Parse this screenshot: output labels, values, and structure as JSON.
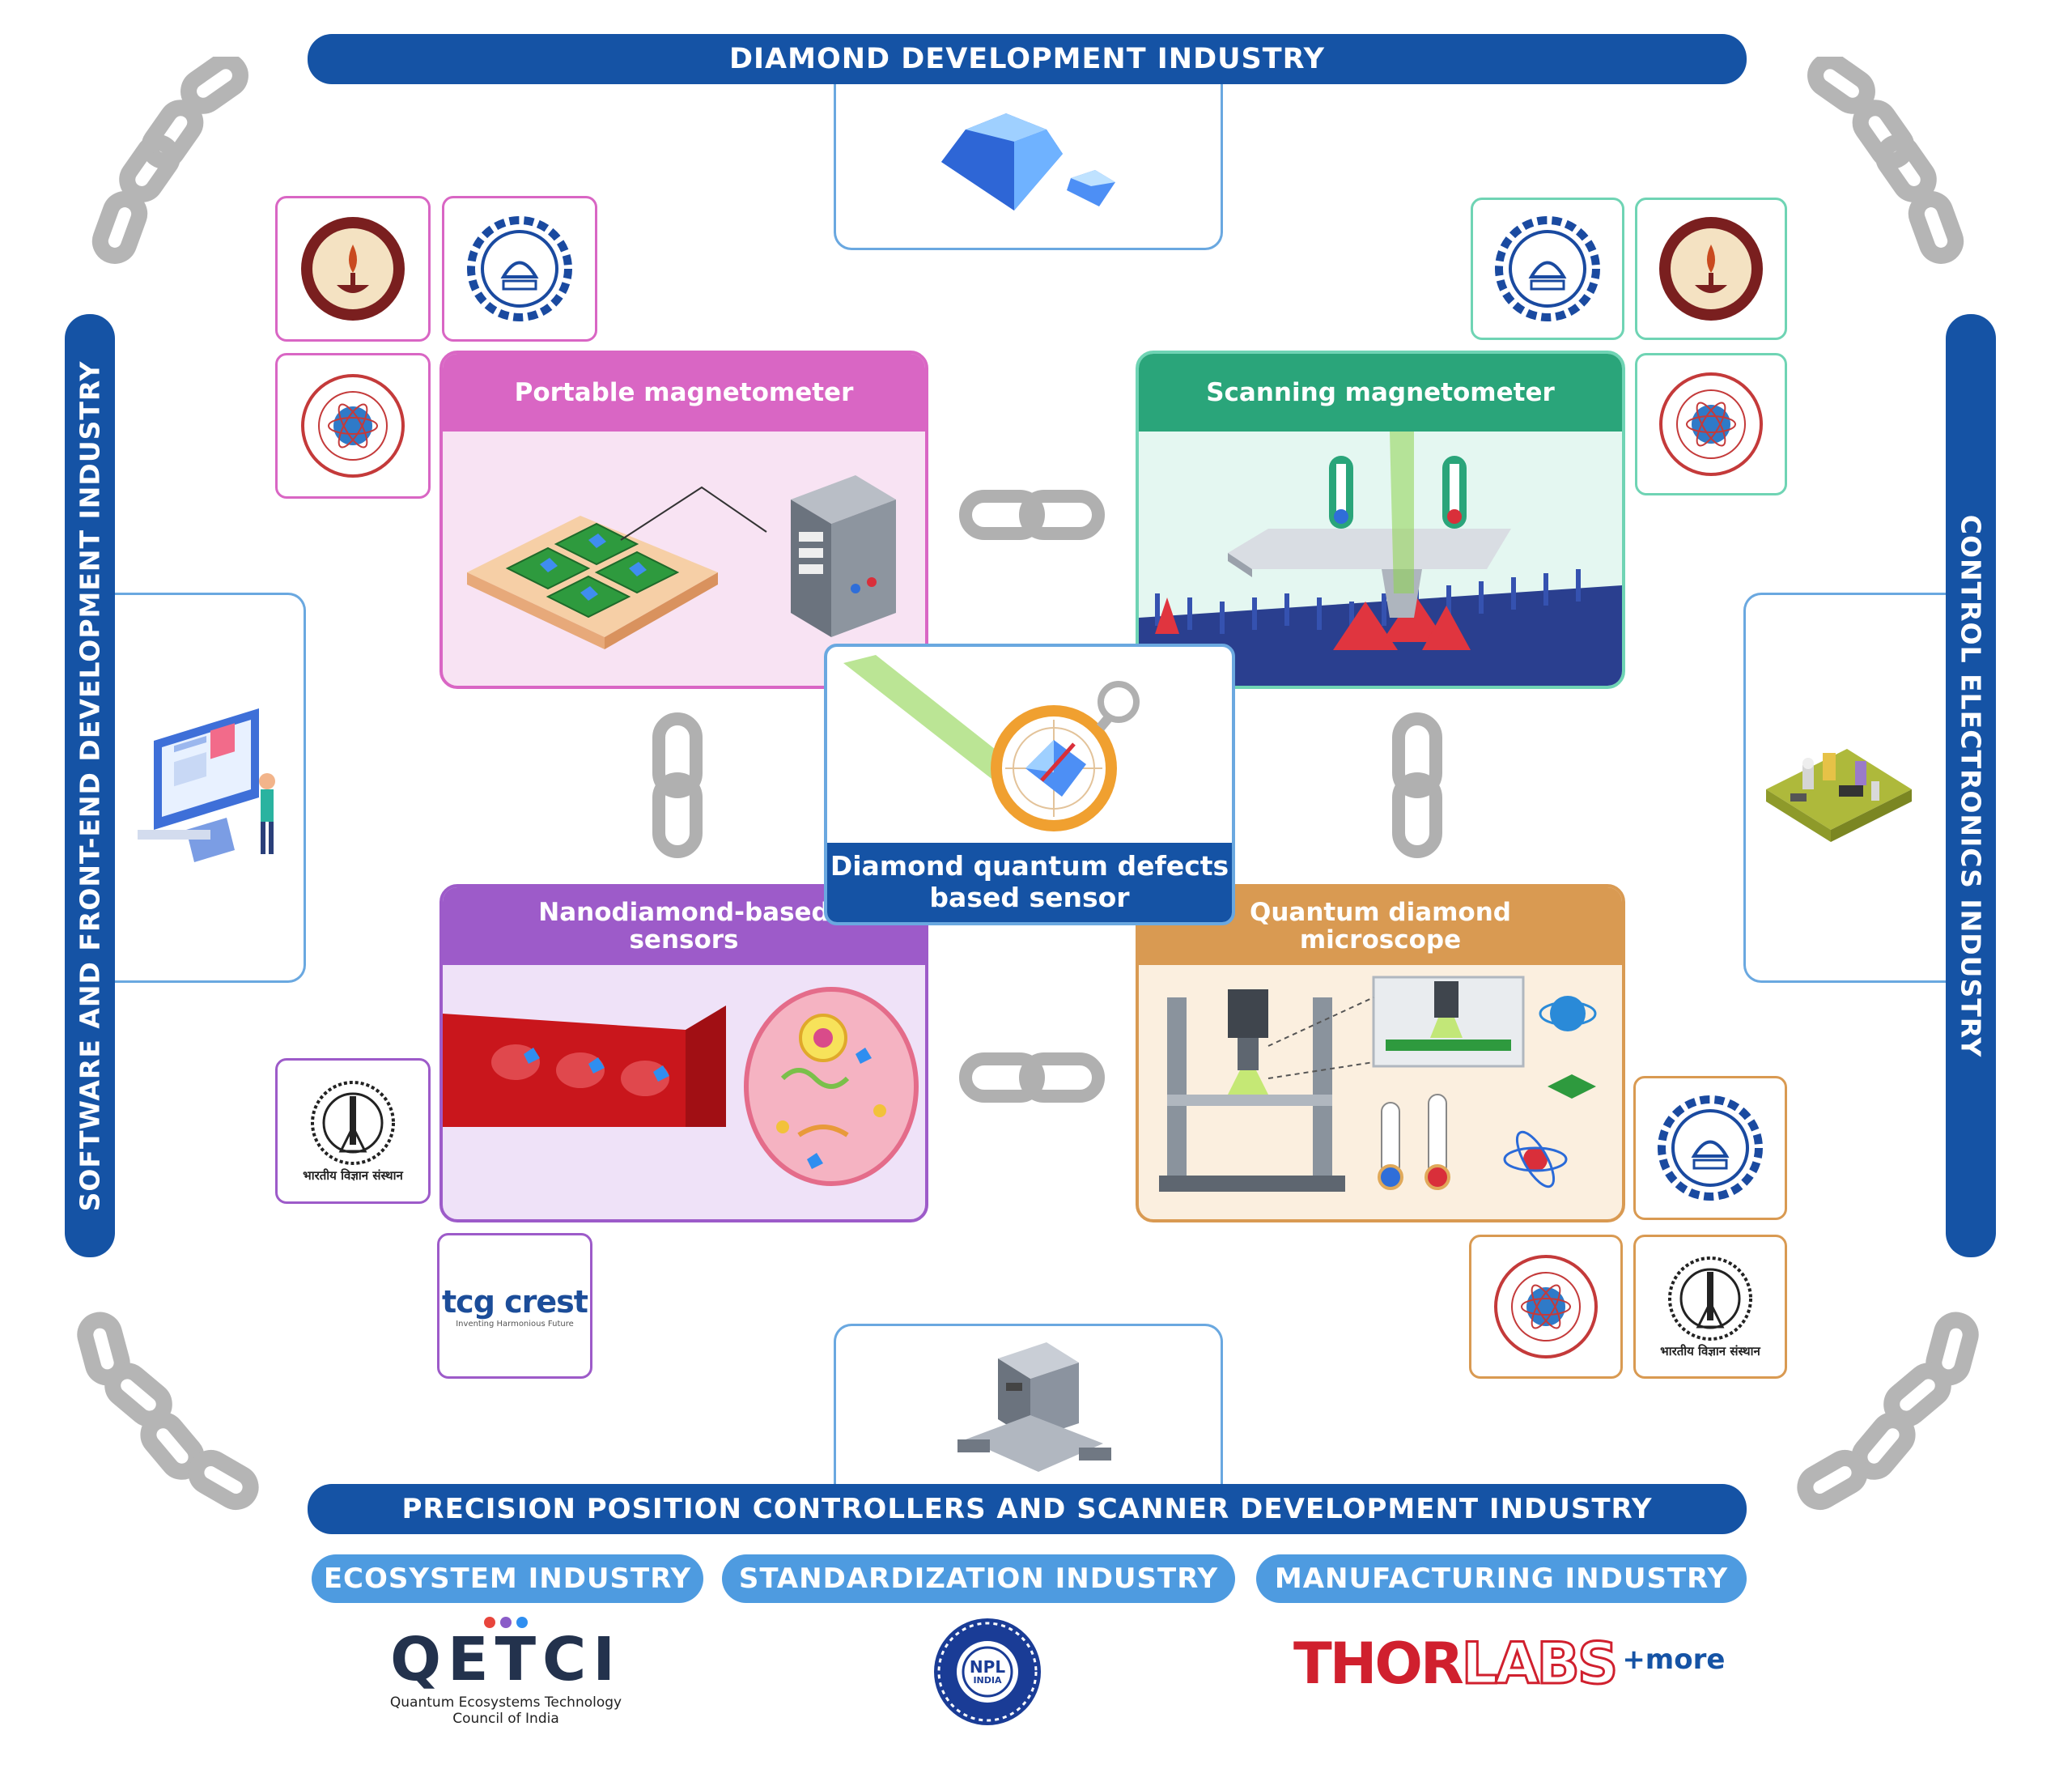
{
  "banners": {
    "top": "DIAMOND DEVELOPMENT INDUSTRY",
    "bottom": "PRECISION POSITION CONTROLLERS AND SCANNER DEVELOPMENT INDUSTRY",
    "left": "SOFTWARE AND FRONT-END DEVELOPMENT  INDUSTRY",
    "right": "CONTROL ELECTRONICS INDUSTRY"
  },
  "panels": {
    "portable": "Portable magnetometer",
    "scanning": "Scanning magnetometer",
    "nano_line1": "Nanodiamond-based",
    "nano_line2": "sensors",
    "qdm_line1": "Quantum diamond",
    "qdm_line2": "microscope"
  },
  "center": {
    "line1": "Diamond quantum defects",
    "line2": "based sensor"
  },
  "logos": {
    "iisc_text": "भारतीय विज्ञान संस्थान",
    "tcg_name": "tcg crest",
    "tcg_tagline": "Inventing Harmonious Future"
  },
  "pills": {
    "ecosystem": "ECOSYSTEM INDUSTRY",
    "standardization": "STANDARDIZATION INDUSTRY",
    "manufacturing": "MANUFACTURING INDUSTRY"
  },
  "footer": {
    "qetci": "QETCI",
    "qetci_line1": "Quantum Ecosystems Technology",
    "qetci_line2": "Council of India",
    "npl": "NPL",
    "npl_sub": "INDIA",
    "thor": "THOR",
    "labs": "LABS",
    "more": "+more"
  },
  "colors": {
    "navy": "#1553a5",
    "light_blue": "#4e9be0",
    "pink": "#d966c4",
    "green": "#2aa57a",
    "purple": "#9d5bc9",
    "orange": "#d99a52",
    "thorlabs_red": "#d0202e"
  }
}
